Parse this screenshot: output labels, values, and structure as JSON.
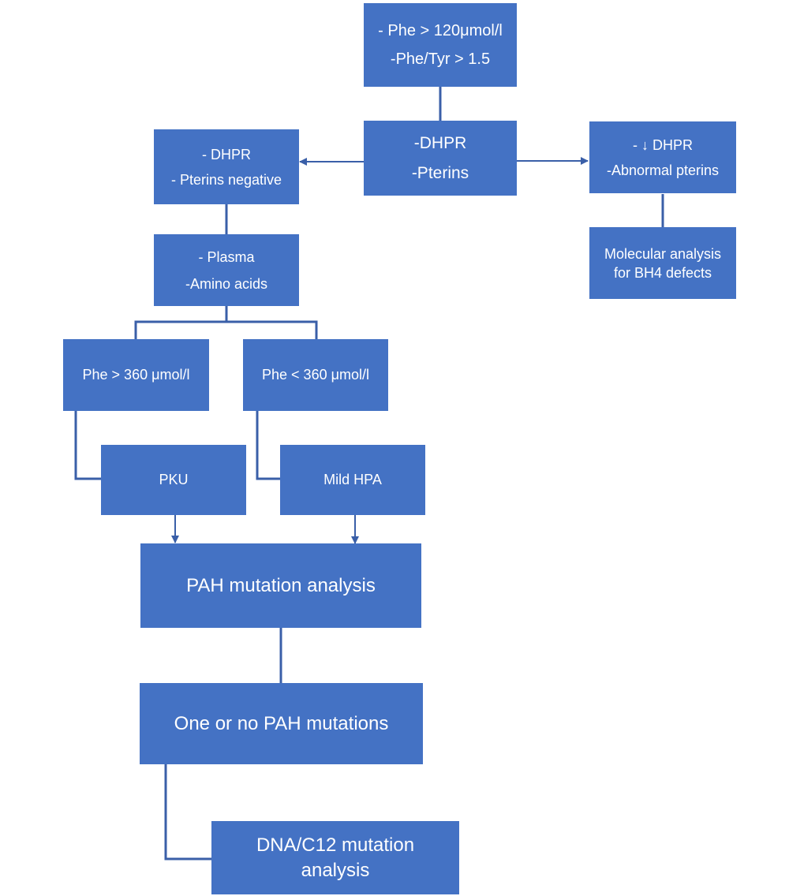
{
  "colors": {
    "box": "#4472C4",
    "text": "#FFFFFF",
    "connector": "#3A5FA8"
  },
  "nodes": {
    "phe_tyr": {
      "lines": [
        "- Phe > 120μmol/l",
        "-Phe/Tyr > 1.5"
      ]
    },
    "dhpr_pterins": {
      "lines": [
        "-DHPR",
        "-Pterins"
      ]
    },
    "dhpr_negative": {
      "lines": [
        "- DHPR",
        "- Pterins negative"
      ]
    },
    "dhpr_abnormal": {
      "lines": [
        "- ↓ DHPR",
        "-Abnormal pterins"
      ]
    },
    "molecular_bh4": {
      "lines": [
        "Molecular analysis for BH4 defects"
      ]
    },
    "plasma_aa": {
      "lines": [
        "- Plasma",
        "-Amino acids"
      ]
    },
    "phe_high": {
      "lines": [
        "Phe > 360 μmol/l"
      ]
    },
    "phe_low": {
      "lines": [
        "Phe < 360 μmol/l"
      ]
    },
    "pku": {
      "lines": [
        "PKU"
      ]
    },
    "mild_hpa": {
      "lines": [
        "Mild HPA"
      ]
    },
    "pah_analysis": {
      "lines": [
        "PAH mutation analysis"
      ]
    },
    "pah_one_or_no": {
      "lines": [
        "One or no PAH mutations"
      ]
    },
    "dna_c12": {
      "lines": [
        "DNA/C12 mutation analysis"
      ]
    }
  }
}
